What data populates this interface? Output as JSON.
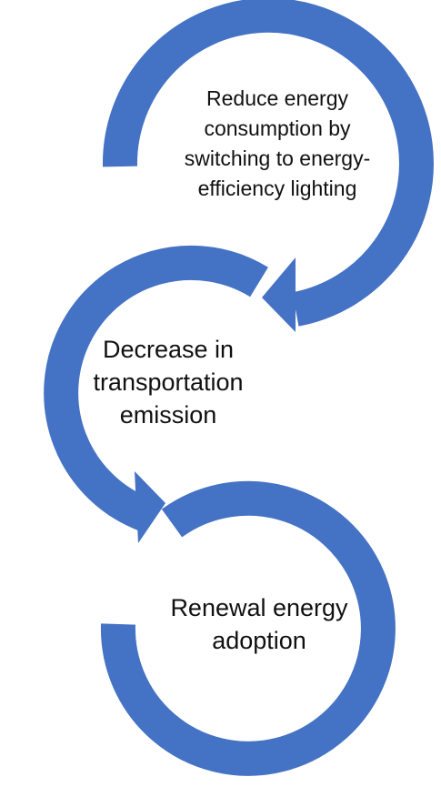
{
  "diagram": {
    "steps": [
      {
        "label": "Reduce energy\nconsumption by\nswitching to energy-\nefficiency lighting"
      },
      {
        "label": "Decrease in\ntransportation\nemission"
      },
      {
        "label": "Renewal energy\nadoption"
      }
    ],
    "colors": {
      "ring": "#4472c4",
      "text": "#111111",
      "background": "#ffffff"
    }
  }
}
